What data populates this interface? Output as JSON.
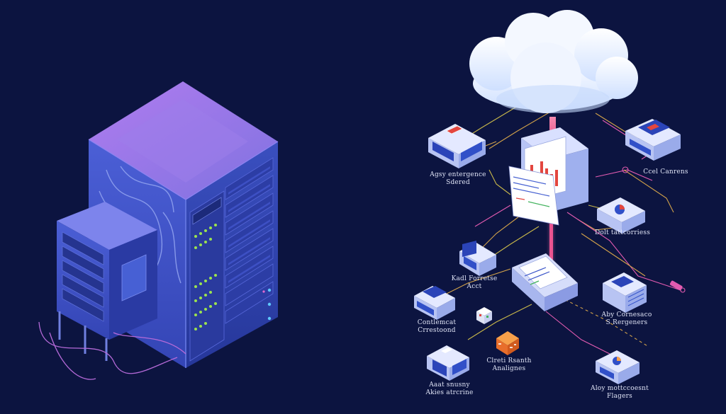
{
  "colors": {
    "background": "#0c1440",
    "rack_body": "#3f56c8",
    "rack_top": "#9a72e8",
    "cloud": "#e8f1ff",
    "wire_orange": "#d2a24a",
    "wire_pink": "#e25bb0",
    "wire_gold": "#c9b84a",
    "beam": "#f0639a"
  },
  "labels": {
    "node_top_left": "Agsy entergence\nSdered",
    "node_top_right": "Ccel Canrens",
    "node_mid_right": "Dolt tattcorriess",
    "node_mid_left": "Kadl Forretse\nAcct",
    "node_lower_left": "Contlemcat\nCrrestoond",
    "node_lower_right": "Aby Cornesaco\nS Rergeners",
    "node_center_orange": "Clreti Rsanth\nAnalignes",
    "node_bottom_left": "Aaat snusny\nAkies atrcrine",
    "node_bottom_right": "Aloy mottccoesnt\nFlagers"
  },
  "icons": {
    "rack": "server-rack-icon",
    "cloud": "cloud-icon",
    "dashboard": "dashboard-icon",
    "orange_cube": "orange-cube-icon",
    "small_cube": "small-cube-icon"
  }
}
